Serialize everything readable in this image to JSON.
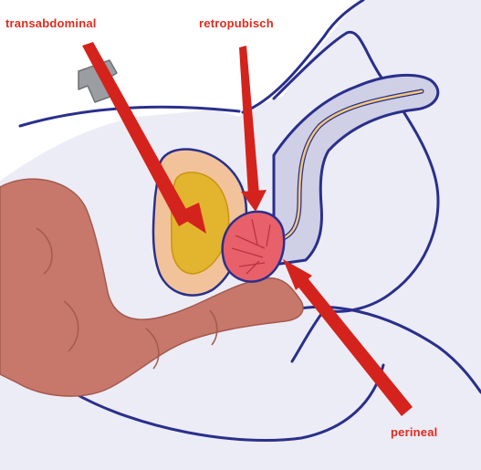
{
  "labels": {
    "transabdominal": "transabdominal",
    "retropubisch": "retropubisch",
    "perineal": "perineal"
  },
  "colors": {
    "label_text": "#e02b1e",
    "arrow": "#d4231c",
    "outline": "#2a2f8c",
    "body_fill": "#ececf6",
    "rectum": "#c7786a",
    "bladder_outer": "#f2c39a",
    "bladder_inner": "#e3b52e",
    "prostate": "#e8616a",
    "urethra": "#f0c878",
    "probe": "#9a9ea3"
  },
  "icons": [
    "ultrasound-probe-icon"
  ]
}
